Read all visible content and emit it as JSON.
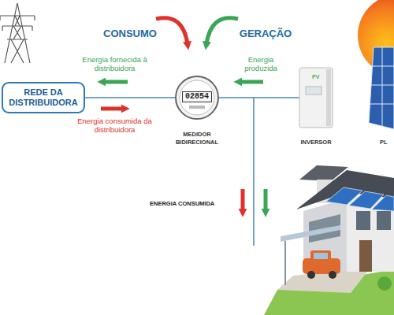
{
  "diagram": {
    "nodes": [
      {
        "text": [
          "REDE DA DISTRIBUIDORA"
        ]
      },
      {
        "text": [
          "02854",
          "MEDIDOR BIDIRECIONAL"
        ]
      },
      {
        "text": [
          "PV",
          "INVERSOR"
        ]
      },
      {
        "text": [
          "PL"
        ]
      }
    ],
    "edges": [
      {
        "from": 0,
        "to": 1,
        "arrow": "none"
      },
      {
        "from": 1,
        "to": 2,
        "arrow": "none"
      }
    ],
    "labels": [
      "CONSUMO",
      "GERAÇÃO",
      "Energia fornecida à distribuidora",
      "Energia consumida da distribuidora",
      "Energia produzida",
      "ENERGIA CONSUMIDA"
    ]
  }
}
